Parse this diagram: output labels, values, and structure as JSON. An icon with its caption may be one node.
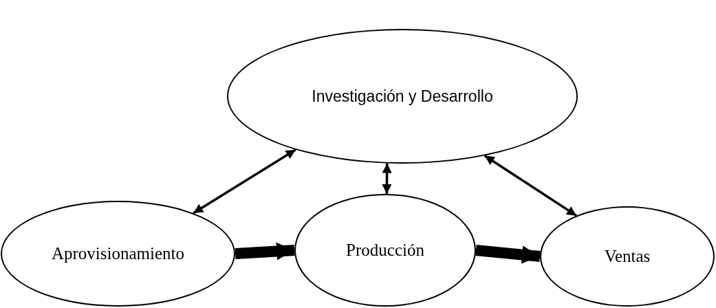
{
  "diagram": {
    "nodes": [
      {
        "text": [
          "Investigación y Desarrollo"
        ]
      },
      {
        "text": [
          "Aprovisionamiento"
        ]
      },
      {
        "text": [
          "Producción"
        ]
      },
      {
        "text": [
          "Ventas"
        ]
      }
    ],
    "edges": [
      {
        "from": 0,
        "to": 1,
        "arrow": "both"
      },
      {
        "from": 0,
        "to": 2,
        "arrow": "both"
      },
      {
        "from": 0,
        "to": 3,
        "arrow": "both"
      },
      {
        "from": 1,
        "to": 2,
        "arrow": "to",
        "style": "thick"
      },
      {
        "from": 2,
        "to": 3,
        "arrow": "to",
        "style": "thick"
      }
    ]
  }
}
